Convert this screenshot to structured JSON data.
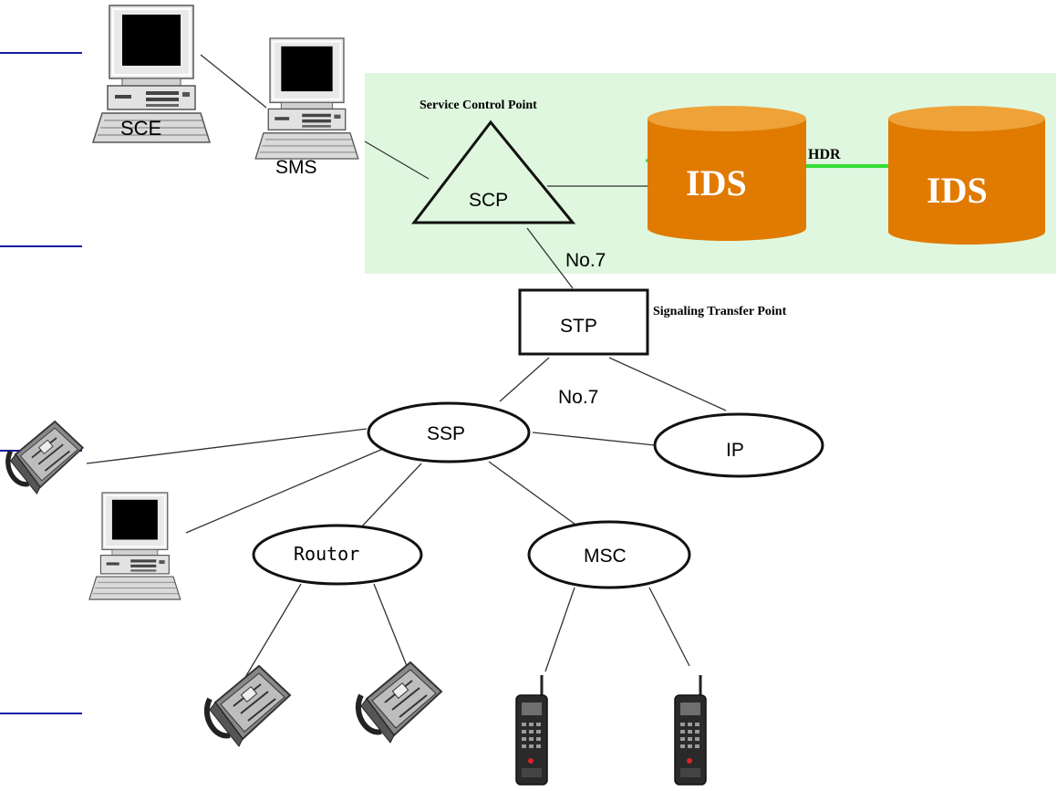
{
  "labels": {
    "sce": "SCE",
    "sms": "SMS",
    "scp_title": "Service Control Point",
    "scp": "SCP",
    "ids1": "IDS",
    "ids2": "IDS",
    "hdr": "HDR",
    "no7_top": "No.7",
    "stp": "STP",
    "stp_title": "Signaling Transfer Point",
    "no7_mid": "No.7",
    "ssp": "SSP",
    "ip": "IP",
    "routor": "Routor",
    "msc": "MSC"
  },
  "colors": {
    "scp_region": "#dff7df",
    "ids_fill": "#e07a00",
    "ids_top": "#eea238",
    "hdr_link": "#33dd33",
    "nav_rule": "#1a1aa6"
  },
  "icons": [
    "computer-icon",
    "telephone-icon",
    "mobile-phone-icon"
  ]
}
